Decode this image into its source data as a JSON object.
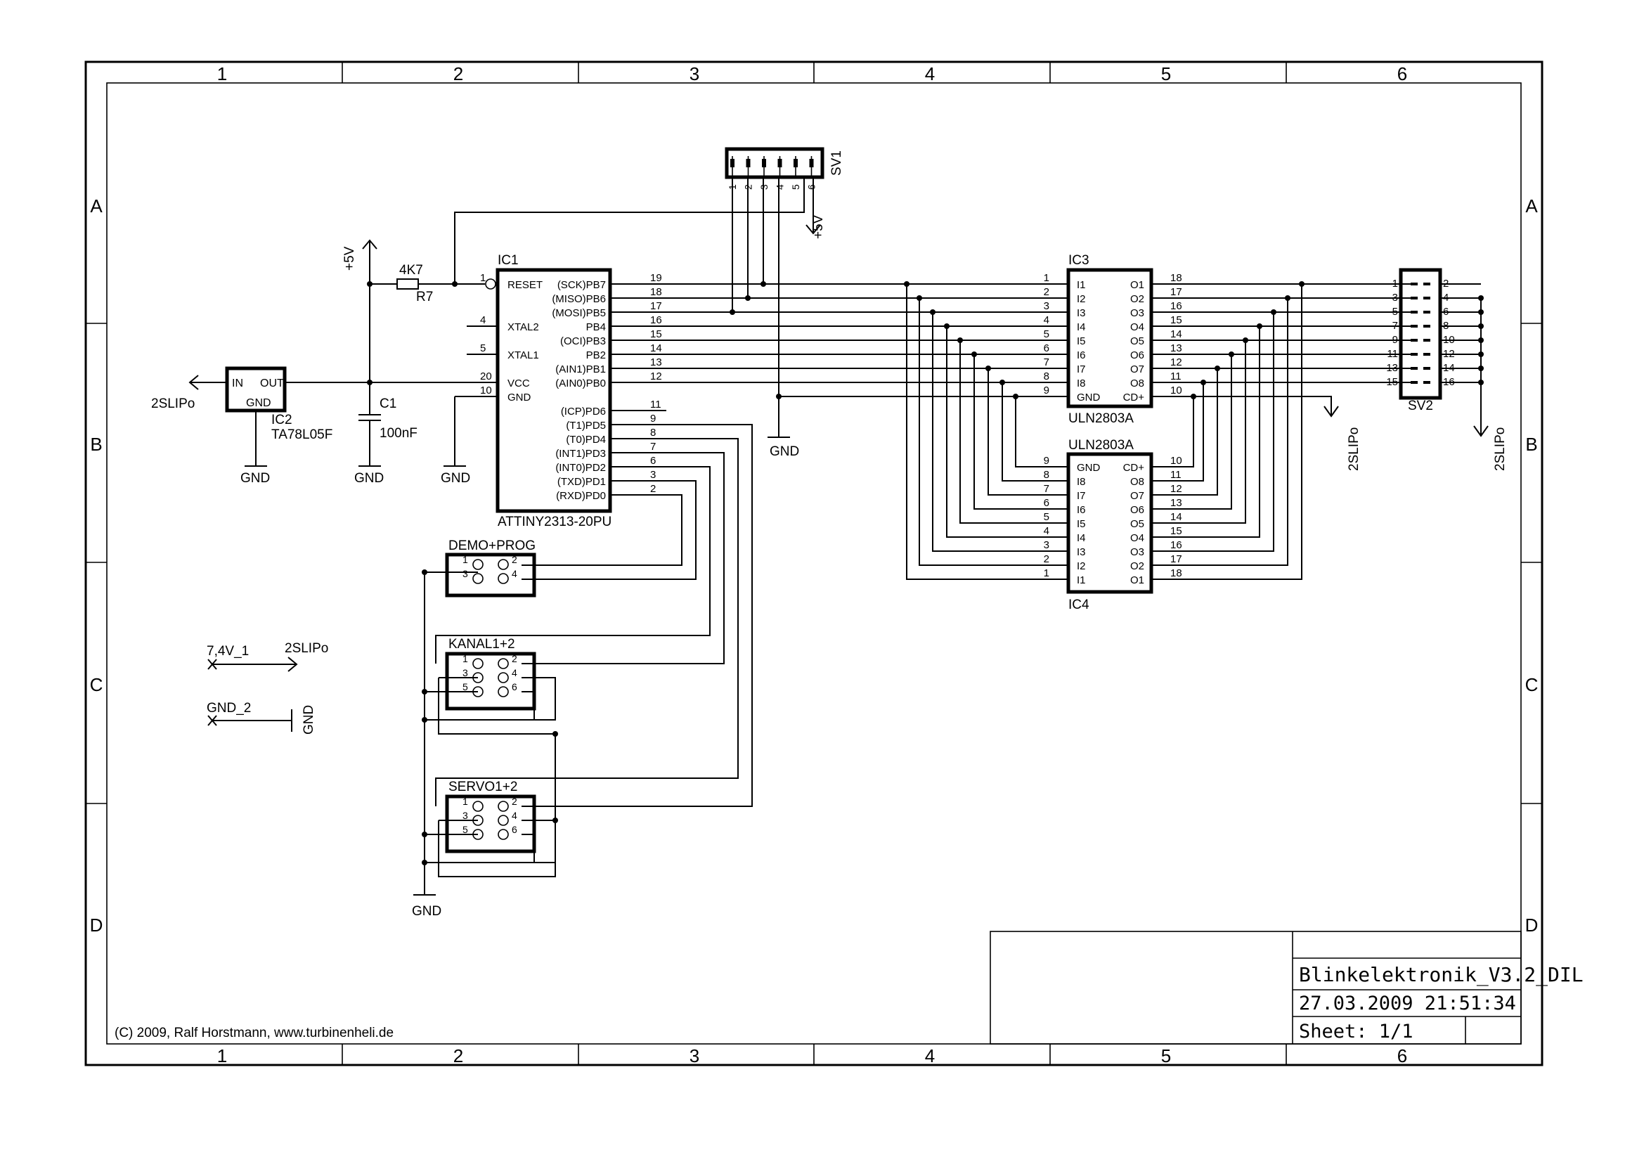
{
  "frame": {
    "columns": [
      "1",
      "2",
      "3",
      "4",
      "5",
      "6"
    ],
    "rows": [
      "A",
      "B",
      "C",
      "D"
    ]
  },
  "title_block": {
    "title": "Blinkelektronik_V3.2_DIL",
    "datetime": "27.03.2009 21:51:34",
    "sheet": "Sheet: 1/1"
  },
  "copyright": "(C) 2009, Ralf Horstmann, www.turbinenheli.de",
  "power": {
    "plus5v": "+5V",
    "lipo": "2SLIPo",
    "gnd": "GND"
  },
  "r7": {
    "ref": "R7",
    "value": "4K7"
  },
  "c1": {
    "ref": "C1",
    "value": "100nF"
  },
  "ic2": {
    "ref": "IC2",
    "value": "TA78L05F",
    "in": "IN",
    "out": "OUT",
    "gnd": "GND"
  },
  "ic1": {
    "ref": "IC1",
    "value": "ATTINY2313-20PU",
    "left_pins": [
      {
        "num": "1",
        "name": "RESET"
      },
      {
        "num": "4",
        "name": "XTAL2"
      },
      {
        "num": "5",
        "name": "XTAL1"
      },
      {
        "num": "20",
        "name": "VCC"
      },
      {
        "num": "10",
        "name": "GND"
      }
    ],
    "right_pins": [
      {
        "num": "19",
        "name": "(SCK)PB7"
      },
      {
        "num": "18",
        "name": "(MISO)PB6"
      },
      {
        "num": "17",
        "name": "(MOSI)PB5"
      },
      {
        "num": "16",
        "name": "PB4"
      },
      {
        "num": "15",
        "name": "(OCI)PB3"
      },
      {
        "num": "14",
        "name": "PB2"
      },
      {
        "num": "13",
        "name": "(AIN1)PB1"
      },
      {
        "num": "12",
        "name": "(AIN0)PB0"
      },
      {
        "num": "11",
        "name": "(ICP)PD6"
      },
      {
        "num": "9",
        "name": "(T1)PD5"
      },
      {
        "num": "8",
        "name": "(T0)PD4"
      },
      {
        "num": "7",
        "name": "(INT1)PD3"
      },
      {
        "num": "6",
        "name": "(INT0)PD2"
      },
      {
        "num": "3",
        "name": "(TXD)PD1"
      },
      {
        "num": "2",
        "name": "(RXD)PD0"
      }
    ]
  },
  "sv1": {
    "ref": "SV1",
    "pins": [
      "1",
      "2",
      "3",
      "4",
      "5",
      "6"
    ]
  },
  "ic3": {
    "ref": "IC3",
    "value": "ULN2803A",
    "left_nums": [
      "1",
      "2",
      "3",
      "4",
      "5",
      "6",
      "7",
      "8",
      "9"
    ],
    "left_names": [
      "I1",
      "I2",
      "I3",
      "I4",
      "I5",
      "I6",
      "I7",
      "I8",
      "GND"
    ],
    "right_names": [
      "O1",
      "O2",
      "O3",
      "O4",
      "O5",
      "O6",
      "O7",
      "O8",
      "CD+"
    ],
    "right_nums": [
      "18",
      "17",
      "16",
      "15",
      "14",
      "13",
      "12",
      "11",
      "10"
    ]
  },
  "ic4": {
    "ref": "IC4",
    "value": "ULN2803A",
    "left_nums": [
      "9",
      "8",
      "7",
      "6",
      "5",
      "4",
      "3",
      "2",
      "1"
    ],
    "left_names": [
      "GND",
      "I8",
      "I7",
      "I6",
      "I5",
      "I4",
      "I3",
      "I2",
      "I1"
    ],
    "right_names": [
      "CD+",
      "O8",
      "O7",
      "O6",
      "O5",
      "O4",
      "O3",
      "O2",
      "O1"
    ],
    "right_nums": [
      "10",
      "11",
      "12",
      "13",
      "14",
      "15",
      "16",
      "17",
      "18"
    ]
  },
  "sv2": {
    "ref": "SV2",
    "left_nums": [
      "1",
      "3",
      "5",
      "7",
      "9",
      "11",
      "13",
      "15"
    ],
    "right_nums": [
      "2",
      "4",
      "6",
      "8",
      "10",
      "12",
      "14",
      "16"
    ]
  },
  "jumpers": [
    {
      "ref": "DEMO+PROG",
      "pins": [
        "1",
        "2",
        "3",
        "4"
      ]
    },
    {
      "ref": "KANAL1+2",
      "pins": [
        "1",
        "2",
        "3",
        "4",
        "5",
        "6"
      ]
    },
    {
      "ref": "SERVO1+2",
      "pins": [
        "1",
        "2",
        "3",
        "4",
        "5",
        "6"
      ]
    }
  ],
  "nets": {
    "v74": "7,4V_1",
    "lipo": "2SLIPo",
    "gnd2": "GND_2",
    "gnd": "GND"
  }
}
